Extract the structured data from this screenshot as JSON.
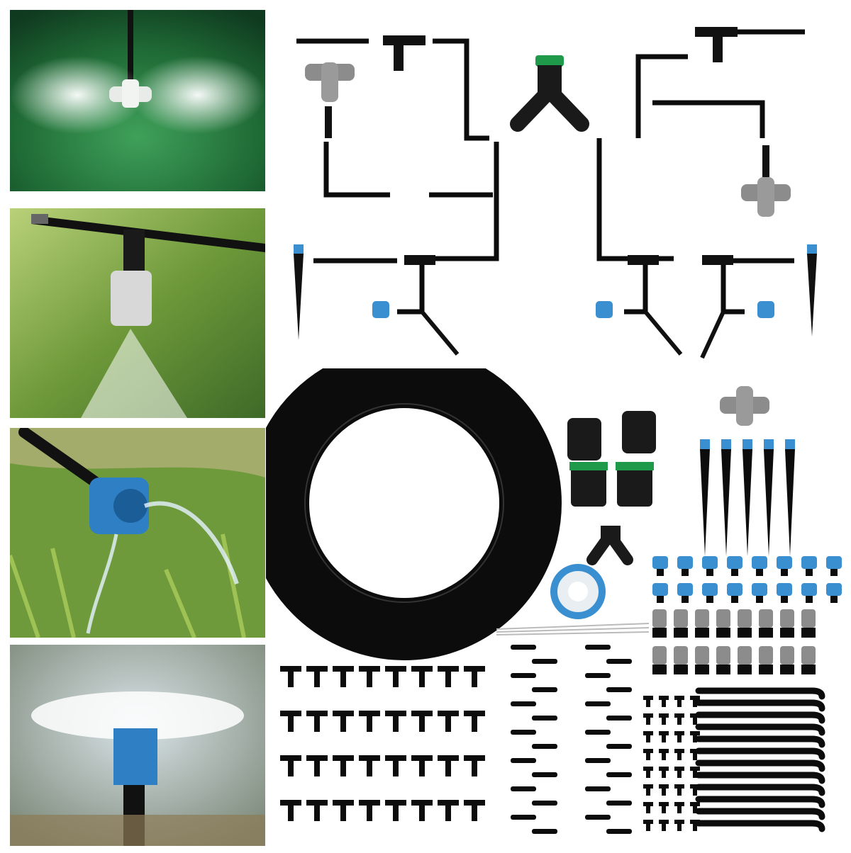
{
  "product_image": {
    "photos": [
      {
        "scene": "misting-cross-nozzle-spray"
      },
      {
        "scene": "adjustable-mist-nozzle-spray"
      },
      {
        "scene": "blue-drip-emitter-on-grass"
      },
      {
        "scene": "sprinkler-stake-water-spray"
      }
    ],
    "colors": {
      "tube": "#0c0c0c",
      "accent_blue": "#3a8fd0",
      "accent_green": "#1f9a4a",
      "nozzle_grey": "#8c8c8c",
      "background": "#ffffff"
    },
    "icons": [
      "hose-coil-icon",
      "y-splitter-icon",
      "tee-connector-icon",
      "cross-nozzle-icon",
      "drip-emitter-icon",
      "stake-icon",
      "tube-holder-icon",
      "faucet-adapter-icon",
      "tape-roll-icon",
      "cable-ties-icon"
    ]
  }
}
